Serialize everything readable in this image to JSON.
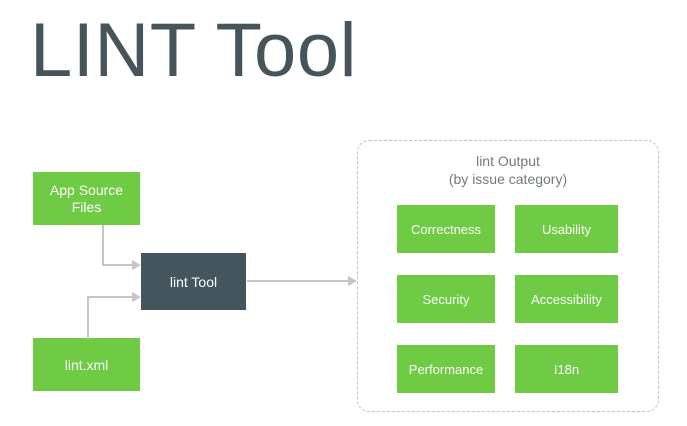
{
  "slide": {
    "title": "LINT Tool",
    "background_color": "#ffffff",
    "title_color": "#46545b",
    "accent_green": "#6ecb43",
    "accent_dark": "#44555d",
    "arrow_color": "#c2c8c9",
    "dashed_border_color": "#bdc4c6"
  },
  "inputs": [
    {
      "id": "app-source-files",
      "label": "App Source\nFiles",
      "line1": "App Source",
      "line2": "Files"
    },
    {
      "id": "lint-xml",
      "label": "lint.xml"
    }
  ],
  "process": {
    "label": "lint Tool"
  },
  "output": {
    "heading": "lint Output",
    "subheading": "(by issue category)",
    "categories": [
      {
        "label": "Correctness"
      },
      {
        "label": "Usability"
      },
      {
        "label": "Security"
      },
      {
        "label": "Accessibility"
      },
      {
        "label": "Performance"
      },
      {
        "label": "I18n"
      }
    ]
  },
  "arrows": [
    {
      "name": "app-source-files-to-lint-tool"
    },
    {
      "name": "lint-xml-to-lint-tool"
    },
    {
      "name": "lint-tool-to-lint-output"
    }
  ]
}
